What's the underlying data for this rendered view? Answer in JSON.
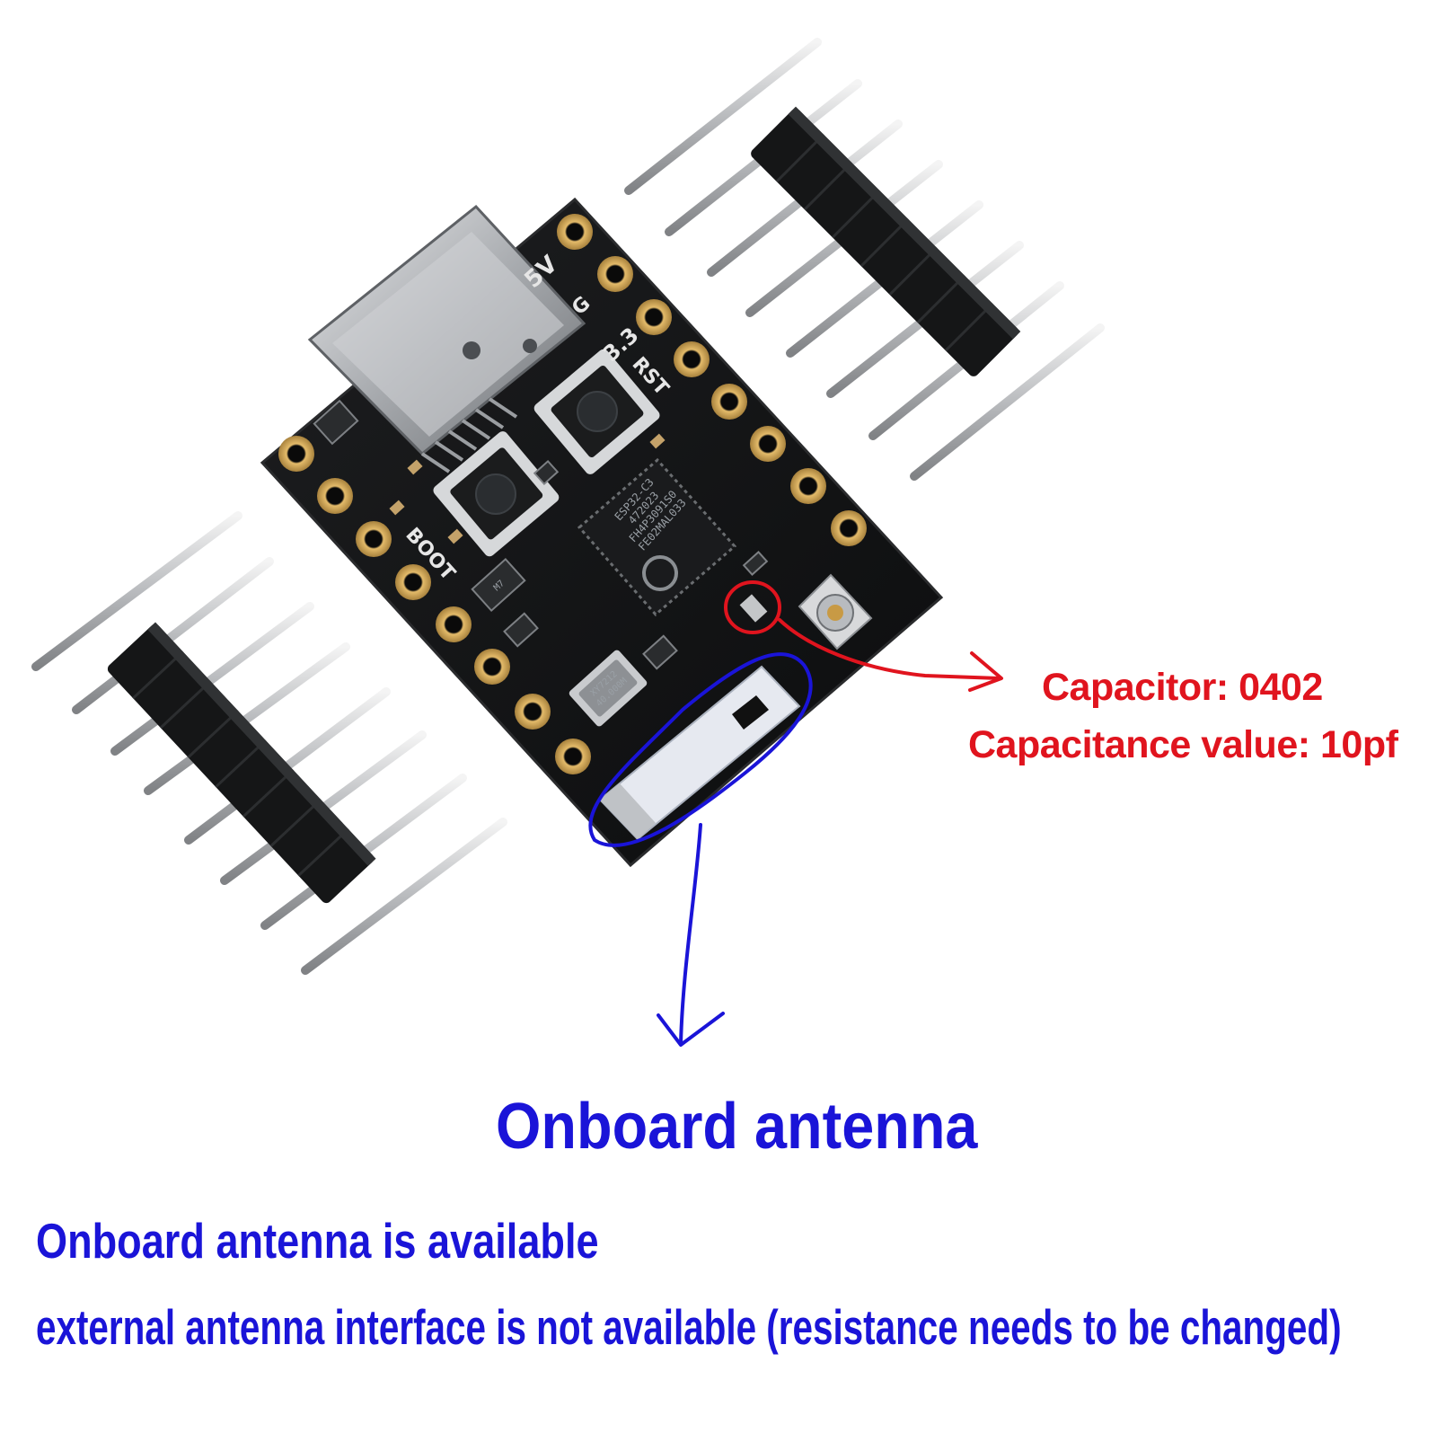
{
  "board": {
    "silkscreen": {
      "v5": "5V",
      "g": "G",
      "v33": "3.3",
      "rst": "RST",
      "boot": "BOOT",
      "diode": "M7"
    },
    "chip": {
      "line1": "ESP32-C3",
      "line2": "472023",
      "line3": "FH4P3091S0",
      "line4": "FE02MAL033"
    },
    "crystal": {
      "line1": "XY7212",
      "line2": "40.000M"
    }
  },
  "annotations": {
    "capacitor": {
      "line1": "Capacitor: 0402",
      "line2": "Capacitance value: 10pf",
      "color": "#e0141e"
    },
    "antenna": {
      "title": "Onboard antenna",
      "color": "#1a14d8"
    },
    "notes": {
      "line1": "Onboard antenna is available",
      "line2": "external antenna interface is not available (resistance needs to be changed)"
    }
  }
}
